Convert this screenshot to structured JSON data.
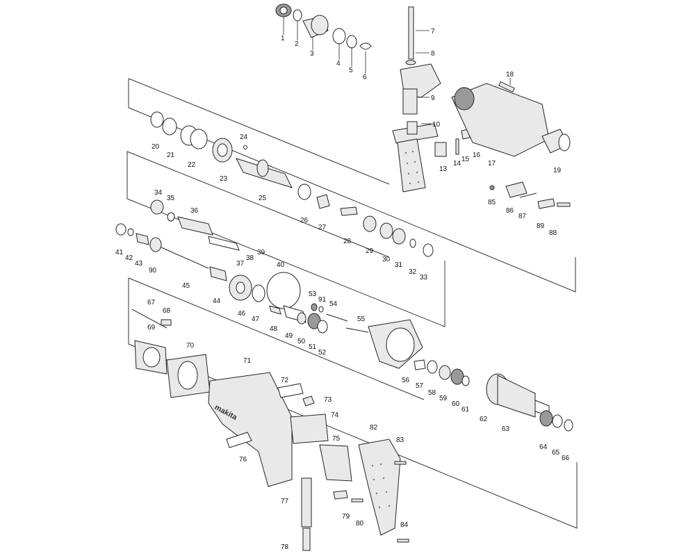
{
  "brand_logo_text": "makita",
  "part_numbers": {
    "p1": "1",
    "p2": "2",
    "p3": "3",
    "p4": "4",
    "p5": "5",
    "p6": "6",
    "p7": "7",
    "p8": "8",
    "p9": "9",
    "p10": "10",
    "p13": "13",
    "p14": "14",
    "p15": "15",
    "p16": "16",
    "p17": "17",
    "p18": "18",
    "p19": "19",
    "p20": "20",
    "p21": "21",
    "p22": "22",
    "p23": "23",
    "p24": "24",
    "p25": "25",
    "p26": "26",
    "p27": "27",
    "p28": "28",
    "p29": "29",
    "p30": "30",
    "p31": "31",
    "p32": "32",
    "p33": "33",
    "p34": "34",
    "p35": "35",
    "p36": "36",
    "p37": "37",
    "p38": "38",
    "p39": "39",
    "p40": "40",
    "p41": "41",
    "p42": "42",
    "p43": "43",
    "p44": "44",
    "p45": "45",
    "p46": "46",
    "p47": "47",
    "p48": "48",
    "p49": "49",
    "p50": "50",
    "p51": "51",
    "p52": "52",
    "p53": "53",
    "p54": "54",
    "p55": "55",
    "p56": "56",
    "p57": "57",
    "p58": "58",
    "p59": "59",
    "p60": "60",
    "p61": "61",
    "p62": "62",
    "p63": "63",
    "p64": "64",
    "p65": "65",
    "p66": "66",
    "p67": "67",
    "p68": "68",
    "p69": "69",
    "p70": "70",
    "p71": "71",
    "p72": "72",
    "p73": "73",
    "p74": "74",
    "p75": "75",
    "p76": "76",
    "p77": "77",
    "p78": "78",
    "p79": "79",
    "p80": "80",
    "p82": "82",
    "p83": "83",
    "p84": "84",
    "p85": "85",
    "p86": "86",
    "p87": "87",
    "p88": "88",
    "p89": "89",
    "p90": "90",
    "p91": "91"
  }
}
